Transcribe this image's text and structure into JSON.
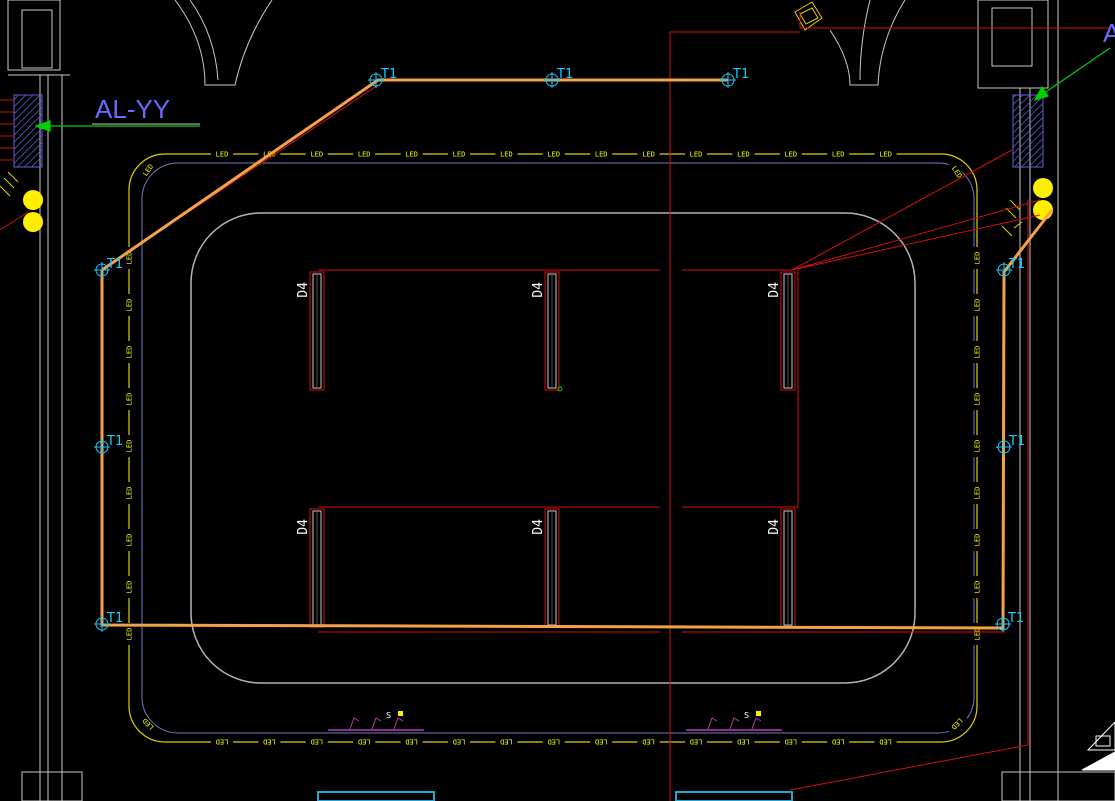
{
  "drawing": {
    "panel_label": "AL-YY",
    "panel_label_right": "A",
    "led_label": "LED",
    "led_label_bottom": "LED",
    "fixture_label": "D4",
    "junction_label": "T1",
    "sensor_label": "S"
  },
  "colors": {
    "background": "#000000",
    "route": "#f4a24a",
    "led_strip": "#e0d000",
    "inner_ring": "#b4b4b4",
    "outer_blue": "#6c7cc8",
    "wire_red": "#d01010",
    "junction": "#1ec8ff",
    "arrow": "#00d000",
    "panel_hatch": "#5050c8",
    "bulb": "#ffee00",
    "linework": "#c8c8c8",
    "sensor": "#b040b0",
    "cyan_bar": "#1ea8d8"
  },
  "icons": {
    "junction": "circle-crosshair-icon",
    "panel": "hatched-panel-icon",
    "fixture": "linear-fixture-icon",
    "sensor": "motion-sensor-icon",
    "arrow": "leader-arrow-icon"
  }
}
